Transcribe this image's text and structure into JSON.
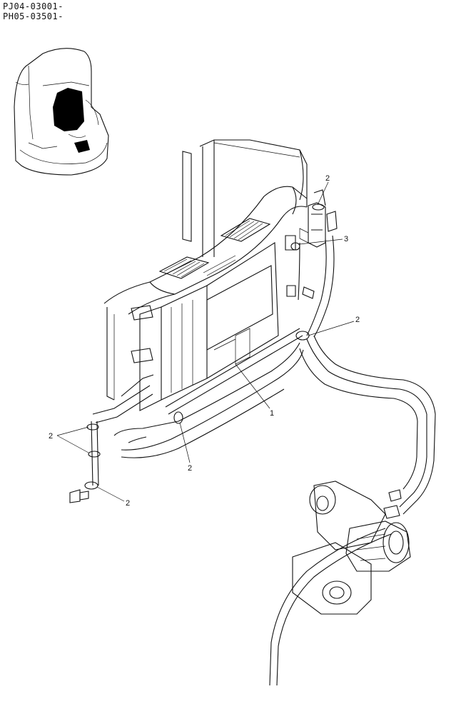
{
  "header": {
    "serial_line_1": "PJ04-03001-",
    "serial_line_2": "PH05-03501-"
  },
  "callouts": {
    "c_top_2": "2",
    "c_3": "3",
    "c_right_2": "2",
    "c_1": "1",
    "c_left_2": "2",
    "c_mid_2": "2",
    "c_bottom_2": "2"
  },
  "colors": {
    "line": "#111111",
    "background": "#ffffff",
    "highlight": "#000000"
  }
}
